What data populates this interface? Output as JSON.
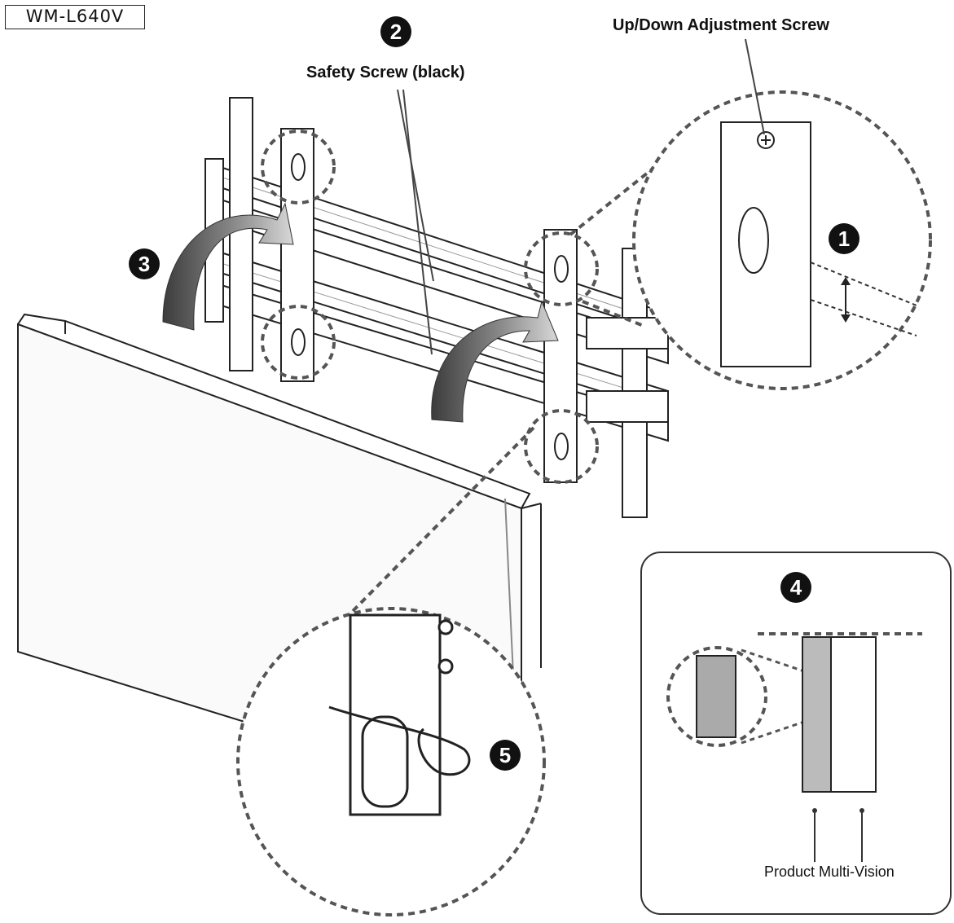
{
  "model_tag": "WM-L640V",
  "labels": {
    "up_down_screw": "Up/Down Adjustment Screw",
    "safety_screw": "Safety Screw (black)",
    "inset_caption": "Product Multi-Vision"
  },
  "steps": [
    "1",
    "2",
    "3",
    "4",
    "5"
  ]
}
